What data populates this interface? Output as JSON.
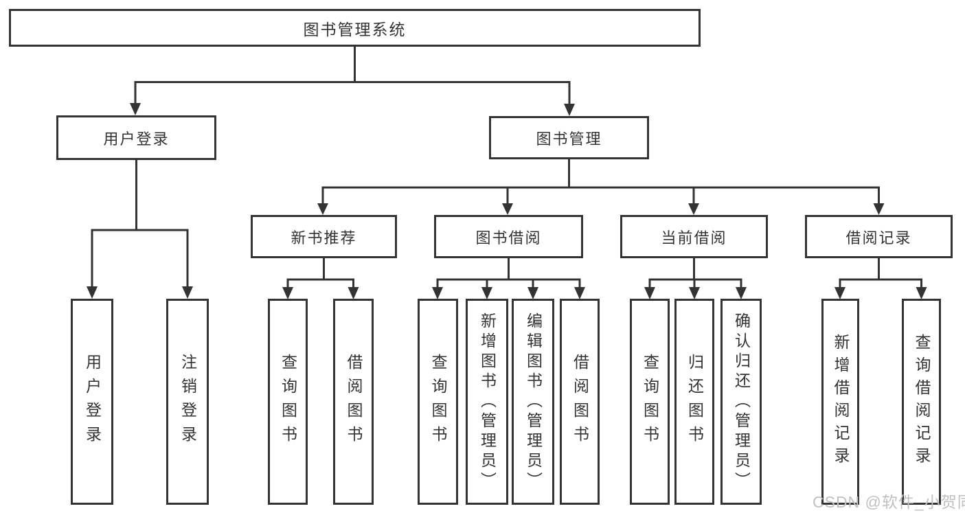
{
  "meta": {
    "watermark": "CSDN @软件_小贺同学"
  },
  "colors": {
    "background": "#ffffff",
    "line": "#333333",
    "box_border": "#333333",
    "text": "#333333",
    "watermark": "#c0c0c0"
  },
  "tree": {
    "root": {
      "label": "图书管理系统",
      "children": [
        {
          "label": "用户登录",
          "children": [
            {
              "label": "用户登录"
            },
            {
              "label": "注销登录"
            }
          ]
        },
        {
          "label": "图书管理",
          "children": [
            {
              "label": "新书推荐",
              "children": [
                {
                  "label": "查询图书"
                },
                {
                  "label": "借阅图书"
                }
              ]
            },
            {
              "label": "图书借阅",
              "children": [
                {
                  "label": "查询图书"
                },
                {
                  "label": "新增图书（管理员）"
                },
                {
                  "label": "编辑图书（管理员）"
                },
                {
                  "label": "借阅图书"
                }
              ]
            },
            {
              "label": "当前借阅",
              "children": [
                {
                  "label": "查询图书"
                },
                {
                  "label": "归还图书"
                },
                {
                  "label": "确认归还（管理员）"
                }
              ]
            },
            {
              "label": "借阅记录",
              "children": [
                {
                  "label": "新增借阅记录"
                },
                {
                  "label": "查询借阅记录"
                }
              ]
            }
          ]
        }
      ]
    }
  }
}
